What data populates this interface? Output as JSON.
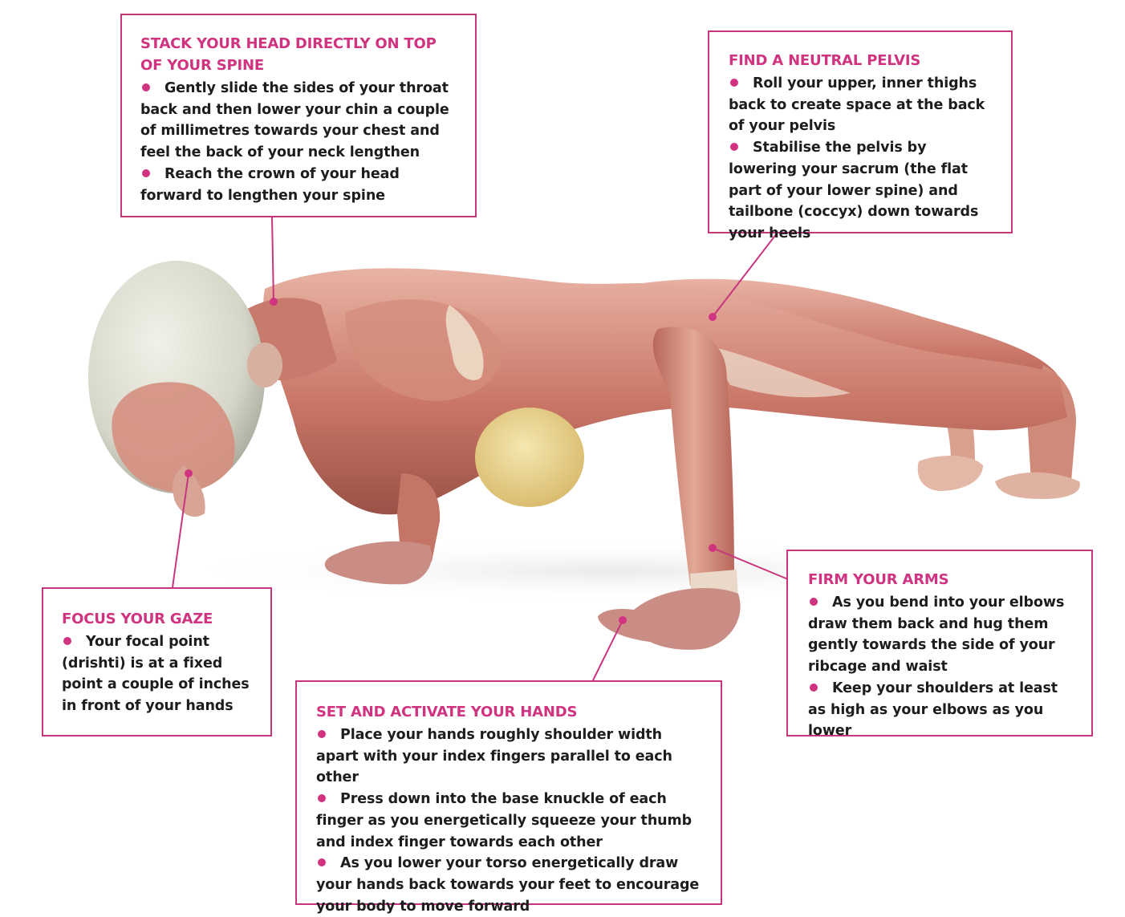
{
  "callouts": {
    "head": {
      "title": "STACK YOUR HEAD DIRECTLY ON TOP OF YOUR SPINE",
      "points": [
        "Gently slide the sides of your throat back and then lower your chin a couple of millimetres towards your chest and feel the back of your neck lengthen",
        "Reach the crown of your head forward to lengthen your spine"
      ]
    },
    "pelvis": {
      "title": "FIND A NEUTRAL PELVIS",
      "points": [
        "Roll your upper, inner thighs back to create space at the back of your pelvis",
        "Stabilise the pelvis by lowering your sacrum (the flat part of your lower spine) and tailbone (coccyx) down towards your heels"
      ]
    },
    "gaze": {
      "title": "FOCUS YOUR GAZE",
      "points": [
        "Your focal point (drishti) is at a fixed point a couple of inches in front of your hands"
      ]
    },
    "arms": {
      "title": "FIRM YOUR ARMS",
      "points": [
        "As you bend into your elbows draw them back and hug them gently towards the side of your ribcage and waist",
        "Keep your shoulders at least as high as your elbows as you lower"
      ]
    },
    "hands": {
      "title": "SET AND ACTIVATE YOUR HANDS",
      "points": [
        "Place your hands roughly shoulder width apart with your index fingers parallel to each other",
        "Press down into the base knuckle of each finger as you energetically squeeze your thumb and index finger towards each other",
        "As you lower your torso energetically draw your hands back towards your feet to encourage your body to move forward"
      ]
    }
  },
  "colors": {
    "accent": "#d0337f",
    "muscle": "#c97667",
    "skull": "#dcdccf",
    "fat": "#e6cf87"
  }
}
